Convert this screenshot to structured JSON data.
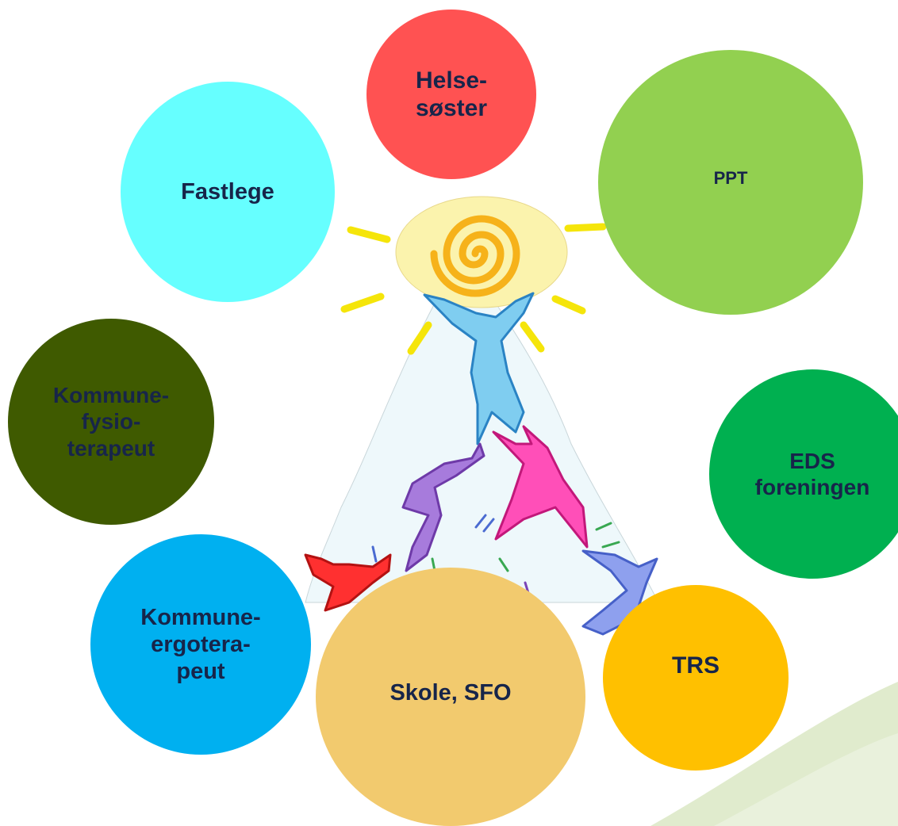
{
  "colors": {
    "helsesoster": "#ff5252",
    "ppt": "#92d050",
    "fastlege": "#66ffff",
    "kommune_fysio": "#3f5a00",
    "eds": "#00b050",
    "kommune_ergo": "#00b0f0",
    "skole": "#f2ca6e",
    "trs": "#ffc000",
    "label_text": "#17254a",
    "swoosh": "#dde9c8"
  },
  "circles": {
    "helsesoster": {
      "label": "Helse-\nsøster",
      "color": "#ff5252"
    },
    "ppt": {
      "label": "PPT",
      "color": "#92d050"
    },
    "fastlege": {
      "label": "Fastlege",
      "color": "#66ffff"
    },
    "kommune_fysio": {
      "label": "Kommune-\nfysio-\nterapeut",
      "color": "#3f5a00"
    },
    "eds": {
      "label": "EDS\nforeningen",
      "color": "#00b050"
    },
    "kommune_ergo": {
      "label": "Kommune-\nergotera-\npeut",
      "color": "#00b0f0"
    },
    "skole": {
      "label": "Skole, SFO",
      "color": "#f2ca6e"
    },
    "trs": {
      "label": "TRS",
      "color": "#ffc000"
    }
  },
  "illustration": {
    "icon": "sun-and-people-reaching-illustration"
  }
}
